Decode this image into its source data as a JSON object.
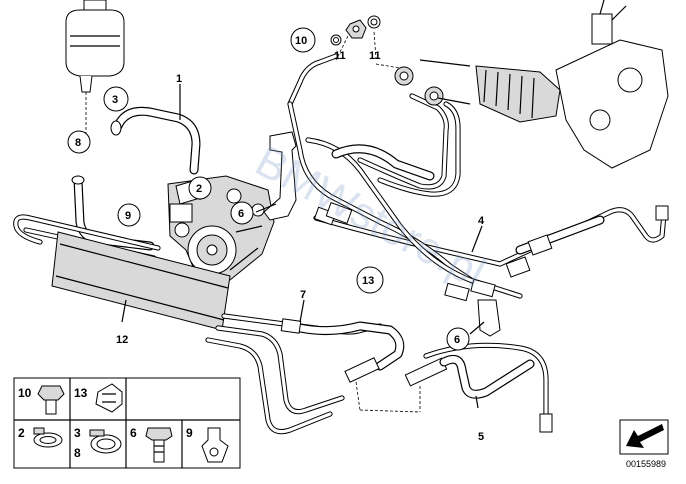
{
  "callouts": {
    "c1": "1",
    "c2": "2",
    "c3": "3",
    "c4": "4",
    "c5": "5",
    "c6a": "6",
    "c6b": "6",
    "c7": "7",
    "c8": "8",
    "c9": "9",
    "c10": "10",
    "c11a": "11",
    "c11b": "11",
    "c12": "12",
    "c13": "13"
  },
  "legend": {
    "items": [
      "10",
      "13",
      "2",
      "3",
      "8",
      "6",
      "9"
    ]
  },
  "diagram_id": "00155989",
  "watermark": "BMWstore.pl"
}
